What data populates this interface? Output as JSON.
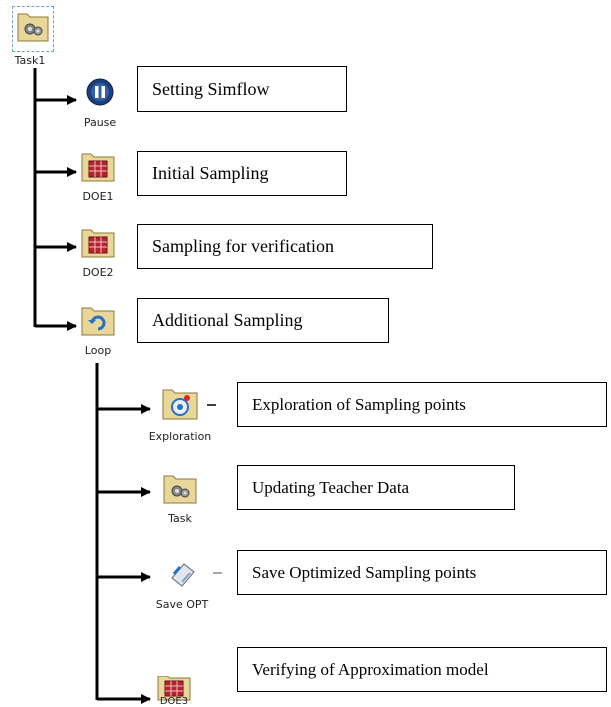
{
  "nodes": {
    "task1": {
      "label": "Task1",
      "icon": "gears-folder-icon"
    },
    "pause": {
      "label": "Pause",
      "icon": "pause-icon"
    },
    "doe1": {
      "label": "DOE1",
      "icon": "grid-folder-icon"
    },
    "doe2": {
      "label": "DOE2",
      "icon": "grid-folder-icon"
    },
    "loop": {
      "label": "Loop",
      "icon": "loop-folder-icon"
    },
    "exploration": {
      "label": "Exploration",
      "icon": "target-folder-icon"
    },
    "task": {
      "label": "Task",
      "icon": "gears-folder-icon"
    },
    "saveopt": {
      "label": "Save OPT",
      "icon": "save-opt-icon"
    },
    "doe3": {
      "label": "DOE3",
      "icon": "grid-folder-icon"
    }
  },
  "boxes": {
    "pause": "Setting Simflow",
    "doe1": "Initial Sampling",
    "doe2": "Sampling for verification",
    "loop": "Additional Sampling",
    "exploration": "Exploration of Sampling points",
    "task": "Updating Teacher Data",
    "saveopt": "Save Optimized Sampling points",
    "doe3": "Verifying of Approximation model"
  },
  "colors": {
    "folder": "#e9d79a",
    "folder_border": "#8c7a3a",
    "grid_red": "#b5232e",
    "pause_blue": "#1f3f7a",
    "loop_blue": "#2a6fc2"
  }
}
